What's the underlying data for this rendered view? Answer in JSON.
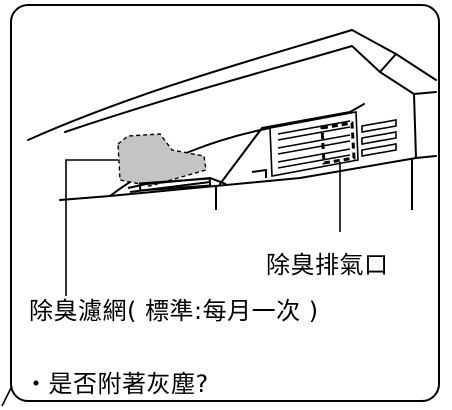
{
  "labels": {
    "exhaust_port": "除臭排氣口",
    "deodorizing_filter": "除臭濾網( 標準:每月一次 )",
    "dust_check": "・是否附著灰塵?"
  },
  "colors": {
    "line": "#000000",
    "filter_fill": "#c4c4c4",
    "background": "#ffffff"
  }
}
